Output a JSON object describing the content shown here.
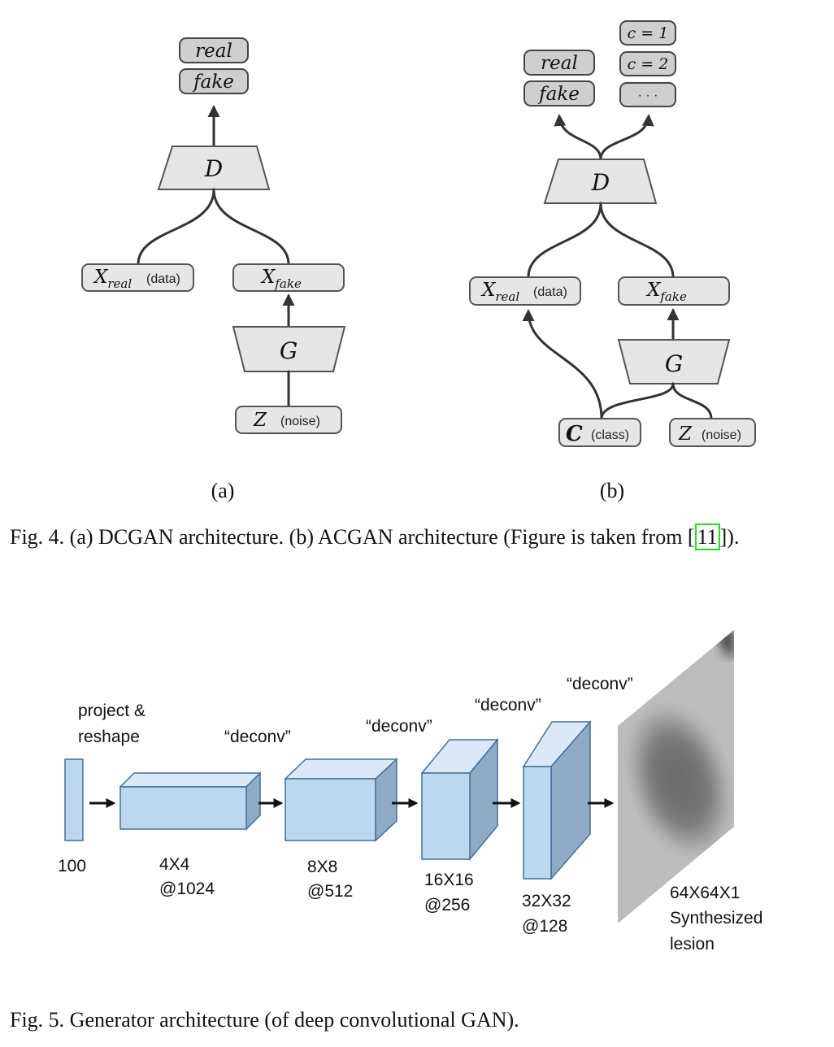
{
  "fig4": {
    "a": {
      "out_real": "real",
      "out_fake": "fake",
      "D": "D",
      "x_real": "X",
      "x_real_sub": "real",
      "x_real_note": "(data)",
      "x_fake": "X",
      "x_fake_sub": "fake",
      "G": "G",
      "z": "Z",
      "z_note": "(noise)",
      "label": "(a)"
    },
    "b": {
      "out_real": "real",
      "out_fake": "fake",
      "c1": "c = 1",
      "c2": "c = 2",
      "c_more": "· · ·",
      "D": "D",
      "x_real": "X",
      "x_real_sub": "real",
      "x_real_note": "(data)",
      "x_fake": "X",
      "x_fake_sub": "fake",
      "G": "G",
      "c": "C",
      "c_note": "(class)",
      "z": "Z",
      "z_note": "(noise)",
      "label": "(b)"
    },
    "caption_pre": "Fig. 4.  (a) DCGAN architecture. (b) ACGAN architecture (Figure is taken from [",
    "caption_ref": "11",
    "caption_post": "])."
  },
  "fig5": {
    "project_label_1": "project &",
    "project_label_2": "reshape",
    "deconv_1": "“deconv”",
    "deconv_2": "“deconv”",
    "deconv_3": "“deconv”",
    "deconv_4": "“deconv”",
    "l0": "100",
    "l1a": "4X4",
    "l1b": "@1024",
    "l2a": "8X8",
    "l2b": "@512",
    "l3a": "16X16",
    "l3b": "@256",
    "l4a": "32X32",
    "l4b": "@128",
    "l5a": "64X64X1",
    "l5b": "Synthesized",
    "l5c": "lesion",
    "caption": "Fig. 5.  Generator architecture (of deep convolutional GAN)."
  }
}
